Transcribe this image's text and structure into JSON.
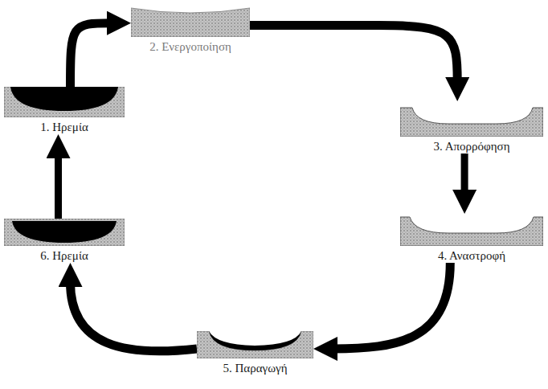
{
  "diagram": {
    "nodes": [
      {
        "text": [
          "1. Ηρεμία"
        ]
      },
      {
        "text": [
          "2. Ενεργοποίηση"
        ]
      },
      {
        "text": [
          "3. Απορρόφηση"
        ]
      },
      {
        "text": [
          "4. Αναστροφή"
        ]
      },
      {
        "text": [
          "5. Παραγωγή"
        ]
      },
      {
        "text": [
          "6. Ηρεμία"
        ]
      }
    ],
    "edges": [
      {
        "from": 0,
        "to": 1,
        "arrow": "to"
      },
      {
        "from": 1,
        "to": 2,
        "arrow": "to"
      },
      {
        "from": 2,
        "to": 3,
        "arrow": "to"
      },
      {
        "from": 3,
        "to": 4,
        "arrow": "to"
      },
      {
        "from": 4,
        "to": 5,
        "arrow": "to"
      },
      {
        "from": 5,
        "to": 0,
        "arrow": "to"
      }
    ]
  }
}
